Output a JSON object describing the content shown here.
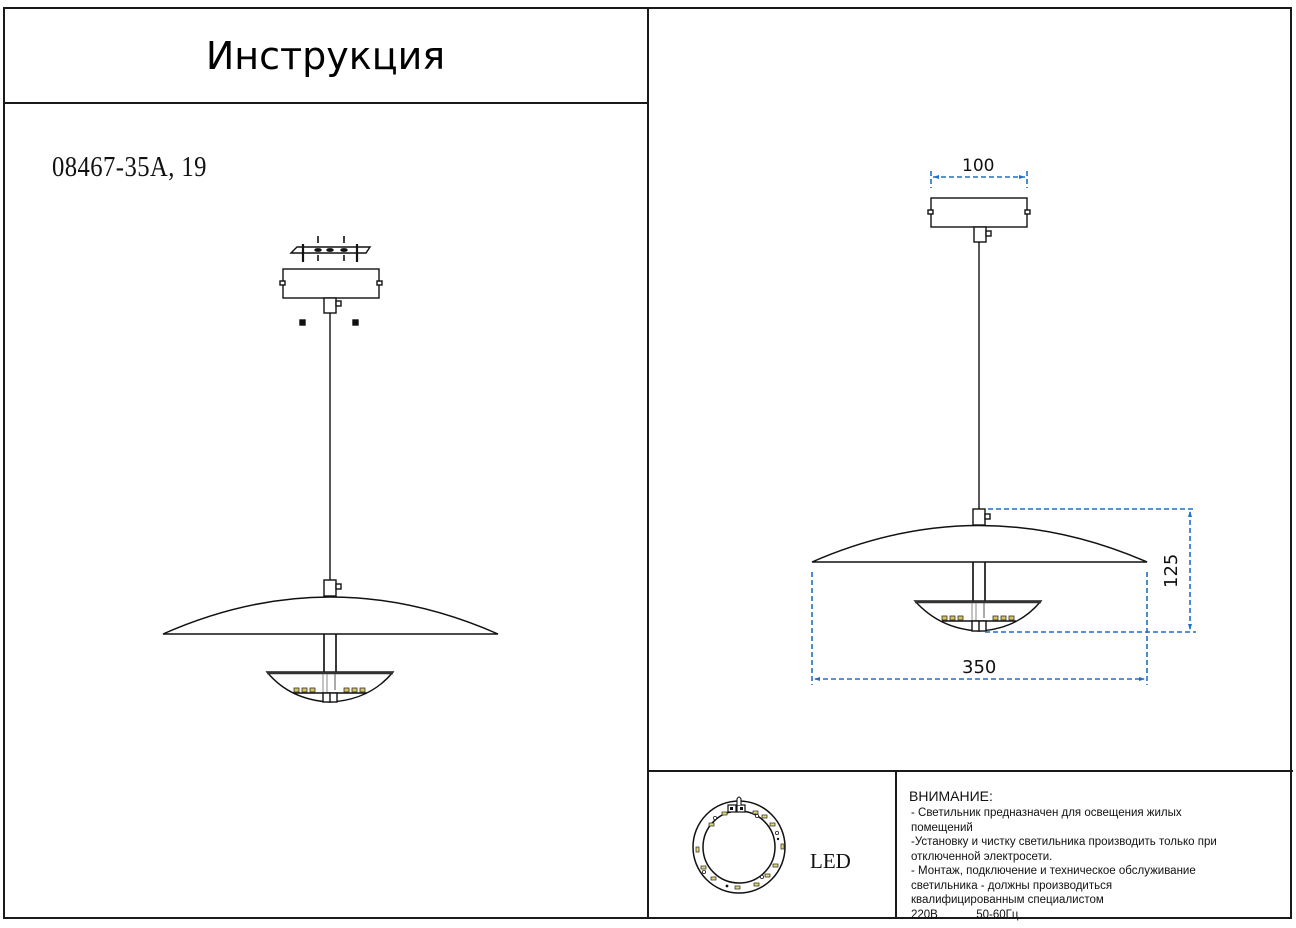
{
  "header": {
    "title": "Инструкция"
  },
  "product": {
    "model": "08467-35A, 19"
  },
  "dimensions": {
    "canopy_width": "100",
    "height": "125",
    "diameter": "350",
    "dimension_line_color": "#1f6fc8"
  },
  "led_panel": {
    "label": "LED"
  },
  "notice": {
    "heading": "ВНИМАНИЕ:",
    "lines": [
      "- Светильник предназначен для освещения жилых",
      "помещений",
      "-Установку и чистку светильника производить только при",
      "отключенной электросети.",
      "- Монтаж, подключение и техническое обслуживание",
      "светильника - должны производиться",
      "квалифицированным специалистом"
    ],
    "voltage": "220В",
    "frequency": "50-60Гц"
  }
}
